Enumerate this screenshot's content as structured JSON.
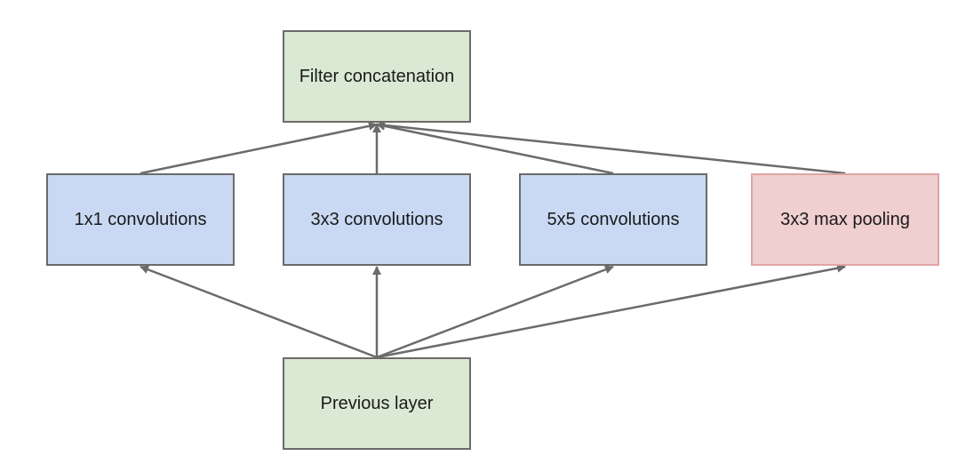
{
  "nodes": {
    "concat": "Filter concatenation",
    "conv1": "1x1 convolutions",
    "conv3": "3x3 convolutions",
    "conv5": "5x5 convolutions",
    "pool": "3x3 max pooling",
    "previous": "Previous layer"
  },
  "colors": {
    "green": "#d9e9d4",
    "blue": "#c9d9f3",
    "red": "#efcfcf",
    "edge": "#6b6b6b"
  }
}
